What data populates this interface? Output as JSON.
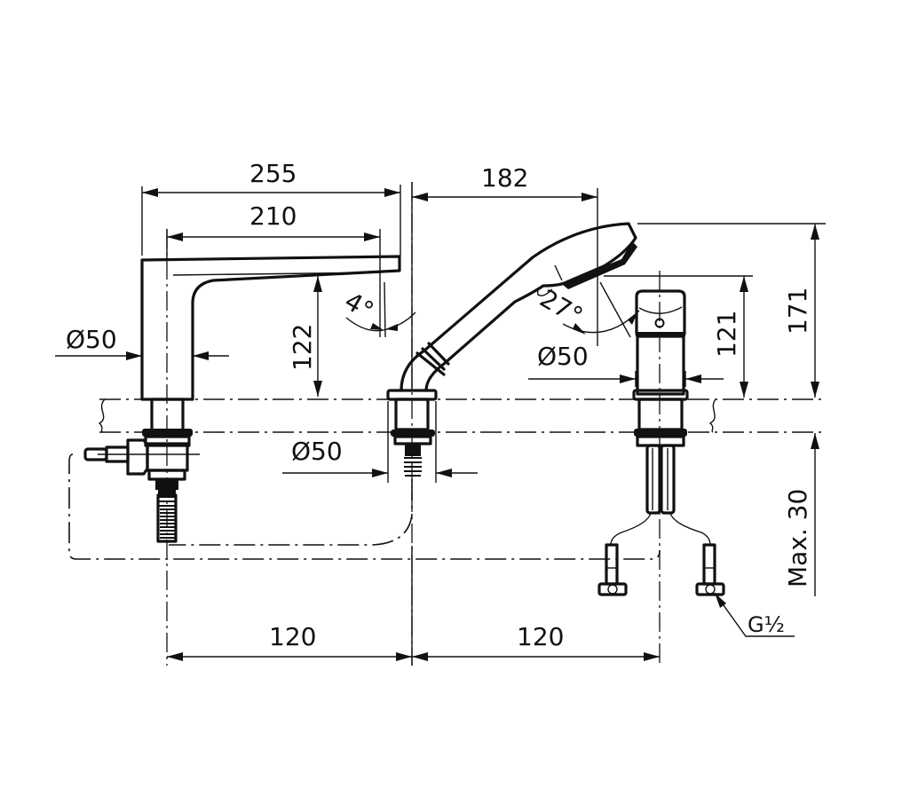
{
  "drawing": {
    "title": "Three-hole deck-mounted bath mixer with hand shower — dimensional drawing",
    "components": [
      "spout",
      "hand-shower",
      "mixer-handle"
    ],
    "dimensions": {
      "spout_length_overall": "255",
      "spout_length_outlet": "210",
      "spout_height": "122",
      "spout_tilt_angle": "4°",
      "spout_base_diameter": "Ø50",
      "shower_reach": "182",
      "shower_head_angle": "27°",
      "shower_base_diameter": "Ø50",
      "handle_height": "121",
      "handle_diameter": "Ø50",
      "overall_height": "171",
      "deck_thickness": "Max. 30",
      "spacing_left": "120",
      "spacing_right": "120",
      "connection_thread": "G½"
    },
    "labels": {
      "d255": "255",
      "d210": "210",
      "d122": "122",
      "d4": "4°",
      "d50_spout": "Ø50",
      "d182": "182",
      "d27": "27°",
      "d50_shower": "Ø50",
      "d50_handle": "Ø50",
      "d121": "121",
      "d171": "171",
      "dmax30": "Max. 30",
      "d120_left": "120",
      "d120_right": "120",
      "g_half": "G½"
    },
    "colors": {
      "line": "#111111",
      "background": "#ffffff"
    }
  }
}
